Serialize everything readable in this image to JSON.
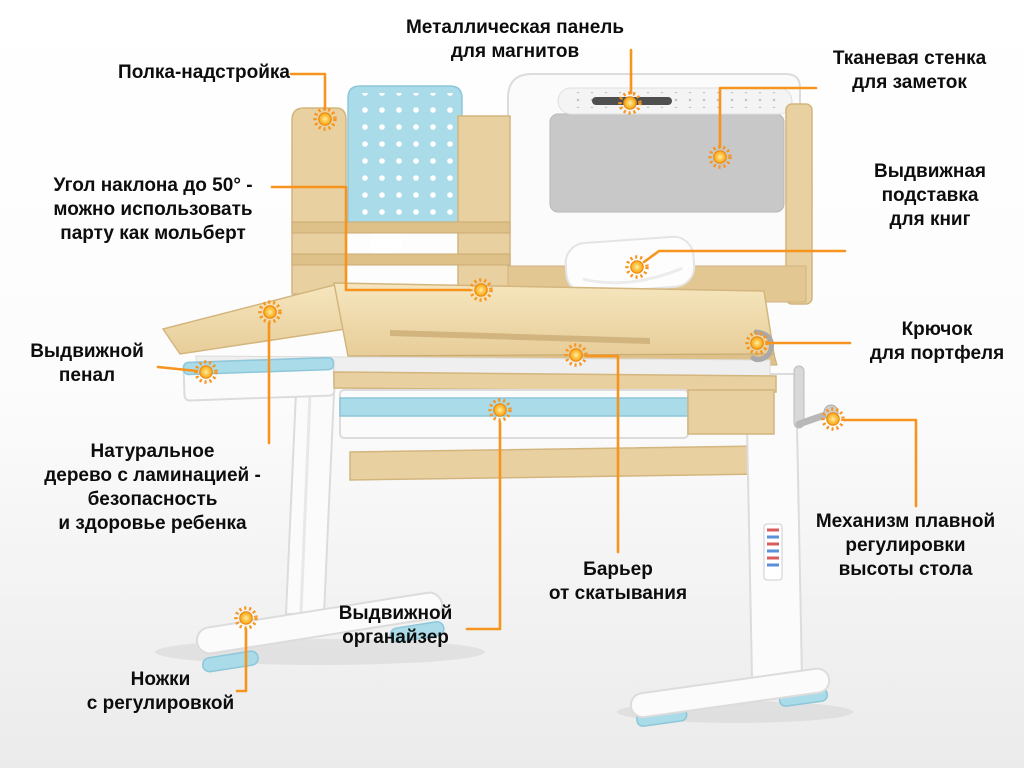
{
  "labels": {
    "metal_panel": "Металлическая панель\nдля магнитов",
    "shelf": "Полка-надстройка",
    "fabric_wall": "Тканевая стенка\nдля заметок",
    "tilt_angle": "Угол наклона до 50° -\nможно использовать\nпарту как мольберт",
    "book_stand": "Выдвижная\nподставка\nдля книг",
    "pencil_case": "Выдвижной\nпенал",
    "hook": "Крючок\nдля портфеля",
    "natural_wood": "Натуральное\nдерево с ламинацией -\nбезопасность\nи здоровье ребенка",
    "height_mechanism": "Механизм плавной\nрегулировки\nвысоты стола",
    "barrier": "Барьер\nот скатывания",
    "organizer": "Выдвижной\nорганайзер",
    "legs": "Ножки\nс регулировкой"
  },
  "colors": {
    "callout": "#F7941D",
    "marker": "#F9A51A",
    "accent_blue": "#AADBE9",
    "wood": "#E9D0A0",
    "text": "#0D0D0D"
  }
}
